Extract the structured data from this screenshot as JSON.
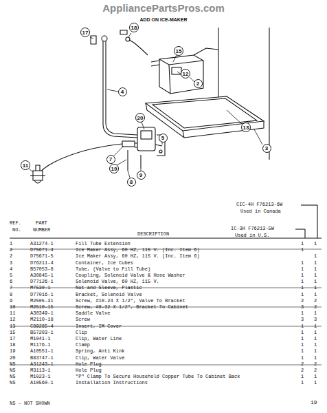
{
  "diagram": {
    "title": "ADD ON ICE-MAKER",
    "nodes": [
      {
        "text": [
          "17"
        ]
      },
      {
        "text": [
          "18"
        ]
      },
      {
        "text": [
          "15"
        ]
      },
      {
        "text": [
          "12"
        ]
      },
      {
        "text": [
          "2"
        ]
      },
      {
        "text": [
          "13"
        ]
      },
      {
        "text": [
          "3"
        ]
      },
      {
        "text": [
          "4"
        ]
      },
      {
        "text": [
          "20"
        ]
      },
      {
        "text": [
          "5"
        ]
      },
      {
        "text": [
          "7"
        ]
      },
      {
        "text": [
          "19"
        ]
      },
      {
        "text": [
          "9"
        ]
      },
      {
        "text": [
          "8"
        ]
      },
      {
        "text": [
          "11"
        ]
      }
    ],
    "labels": [
      "AppliancePartsPros.com",
      "CIC-4H F76213-6W",
      "Used in Canada",
      "IC-3H F76213-5W",
      "Used in U.S.",
      "REF.",
      "NO.",
      "PART",
      "NUMBER",
      "DESCRIPTION",
      "1",
      "A31274-1",
      "Fill Tube Extension",
      "1",
      "1",
      "2",
      "D75671-4",
      "Ice Maker Assy, 60 HZ, 115 V. (Inc. Item 6)",
      "1",
      "2",
      "D75671-5",
      "Ice Maker Assy, 60 HZ, 115 V. (Inc. Item 6)",
      "1",
      "3",
      "D76211-4",
      "Container, Ice Cubes",
      "1",
      "1",
      "4",
      "B57053-8",
      "Tube, (Valve to Fill Tube)",
      "1",
      "1",
      "5",
      "A30845-1",
      "Coupling, Solenoid Valve & Hose Washer",
      "1",
      "1",
      "6",
      "D77126-1",
      "Solenoid Valve, 60 HZ, 115 V.",
      "1",
      "1",
      "7",
      "M7530-1",
      "Nut and Sleeve, Plastic",
      "1",
      "1",
      "8",
      "D77016-1",
      "Bracket, Solenoid Valve",
      "1",
      "1",
      "9",
      "M2505-31",
      "Screw, #10-24 X 1/2\", Valve To Bracket",
      "2",
      "2",
      "10",
      "M2510-15",
      "Screw, #8-32 X 1/2\", Bracket To Cabinet",
      "3",
      "2",
      "11",
      "A30349-1",
      "Saddle Valve",
      "1",
      "1",
      "12",
      "M2110-18",
      "Screw",
      "3",
      "3",
      "13",
      "C89285-4",
      "Insert, IM Cover",
      "1",
      "1",
      "15",
      "B57203-1",
      "Clip",
      "1",
      "1",
      "17",
      "M1041-1",
      "Clip, Water Line",
      "1",
      "1",
      "18",
      "M1176-1",
      "Clamp",
      "1",
      "1",
      "19",
      "A10551-1",
      "Spring, Anti Kink",
      "1",
      "1",
      "20",
      "B83747-1",
      "Clip, Water Valve",
      "1",
      "1",
      "NS",
      "A31243-1",
      "Hole Plug",
      "2",
      "2",
      "NS",
      "M3113-1",
      "Hole Plug",
      "2",
      "2",
      "NS",
      "M1023-1",
      "\"P\" Clamp To Secure Household Copper Tube To Cabinet Back",
      "1",
      "1",
      "NS",
      "A10560-1",
      "Installation Instructions",
      "1",
      "1",
      "NS - NOT SHOWN",
      "19"
    ]
  }
}
